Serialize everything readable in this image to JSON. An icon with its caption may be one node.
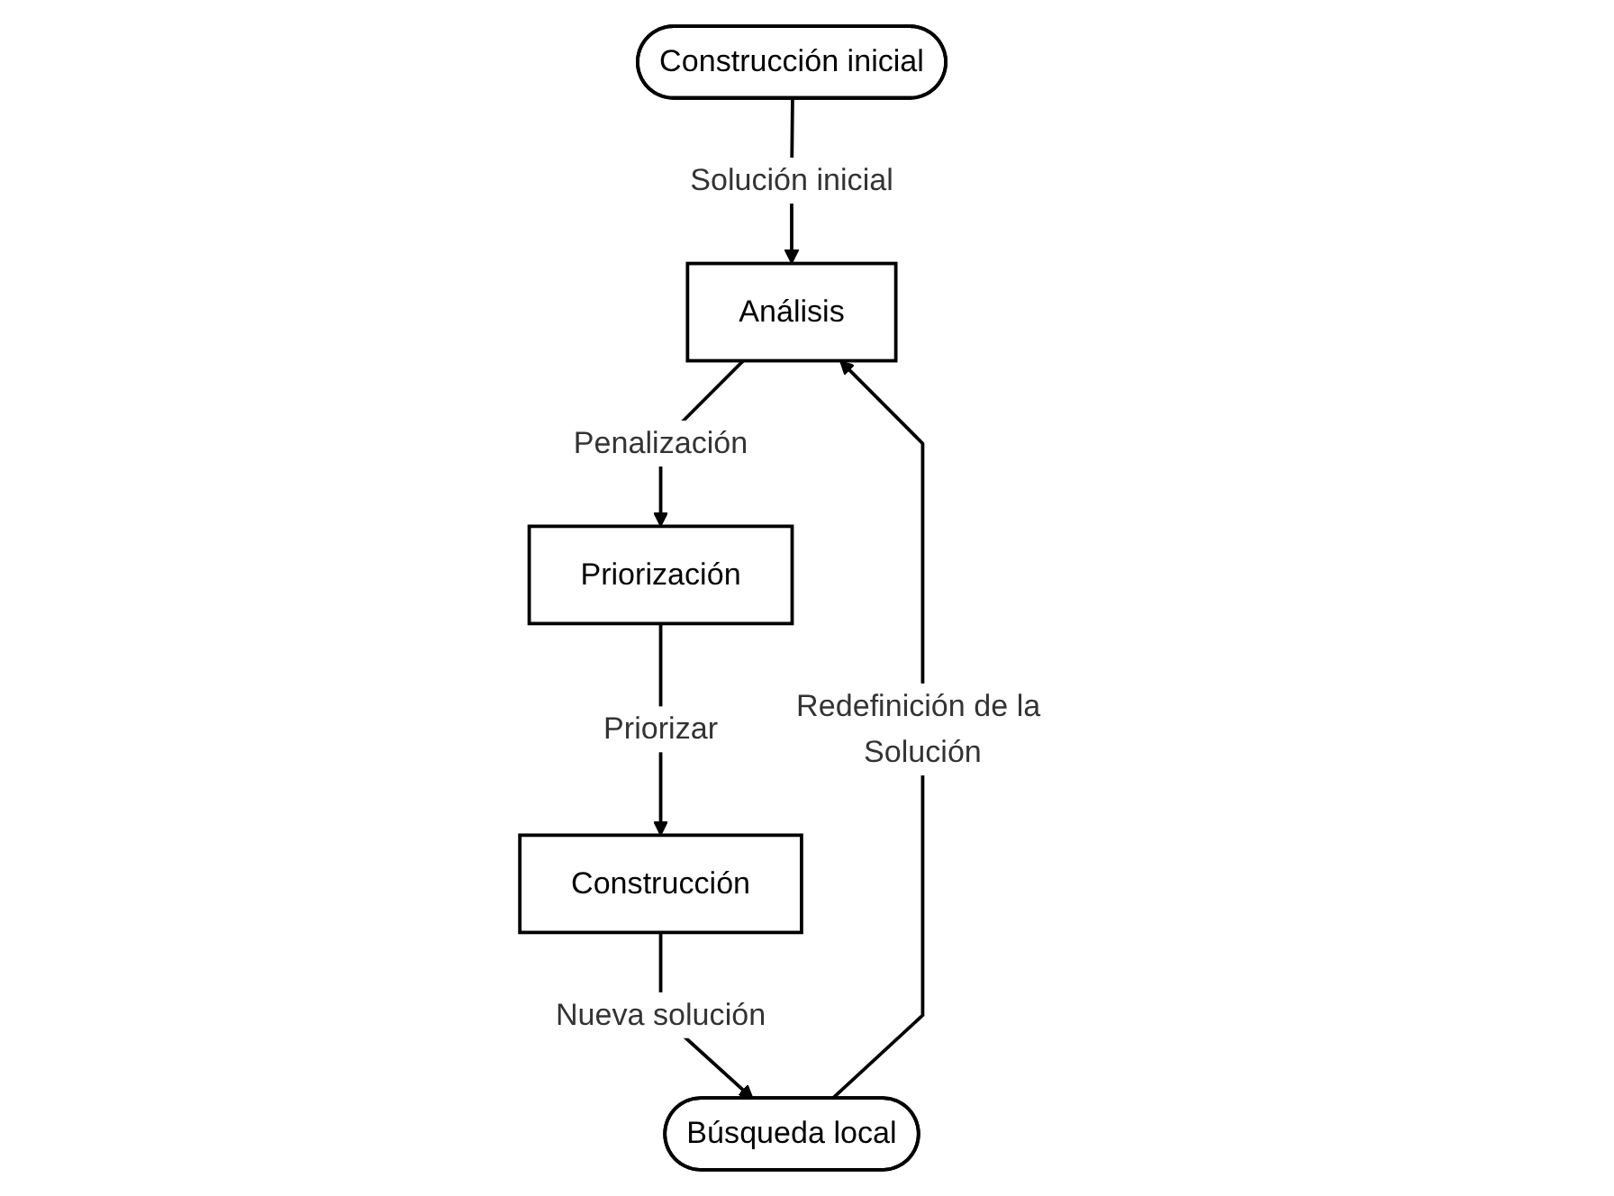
{
  "diagram": {
    "nodes": [
      {
        "text": [
          "Construcción inicial"
        ]
      },
      {
        "text": [
          "Análisis"
        ]
      },
      {
        "text": [
          "Priorización"
        ]
      },
      {
        "text": [
          "Construcción"
        ]
      },
      {
        "text": [
          "Búsqueda local"
        ]
      }
    ],
    "edges": [
      {
        "from": 0,
        "to": 1,
        "arrow": "to",
        "label": "Solución inicial"
      },
      {
        "from": 1,
        "to": 2,
        "arrow": "to",
        "label": "Penalización"
      },
      {
        "from": 2,
        "to": 3,
        "arrow": "to",
        "label": "Priorizar"
      },
      {
        "from": 3,
        "to": 4,
        "arrow": "to",
        "label": "Nueva solución"
      },
      {
        "from": 4,
        "to": 1,
        "arrow": "to",
        "label": "Redefinición de la Solución"
      }
    ]
  }
}
